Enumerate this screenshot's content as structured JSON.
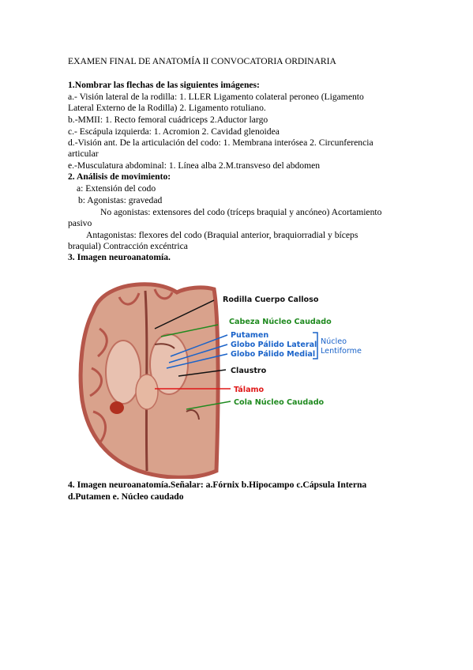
{
  "doc": {
    "title": "EXAMEN FINAL DE ANATOMÍA II CONVOCATORIA ORDINARIA",
    "s1": {
      "heading": "1.Nombrar las flechas de las siguientes imágenes:",
      "a1": "a.- Visión lateral de la rodilla: 1. LLER Ligamento colateral peroneo (Ligamento",
      "a2": "Lateral Externo de la Rodilla) 2. Ligamento rotuliano.",
      "b": "b.-MMII: 1. Recto femoral cuádriceps 2.Aductor largo",
      "c": "c.- Escápula izquierda: 1. Acromion 2. Cavidad glenoidea",
      "d1": "d.-Visión ant. De la articulación del codo: 1. Membrana interósea 2. Circunferencia",
      "d2": "articular",
      "e": "e.-Musculatura abdominal: 1. Línea alba 2.M.transveso del abdomen"
    },
    "s2": {
      "heading": "2. Análisis de movimiento:",
      "a": "a: Extensión del codo",
      "b": "b: Agonistas: gravedad",
      "no1": "No agonistas: extensores del codo (tríceps braquial y ancóneo) Acortamiento",
      "no2": "pasivo",
      "ant1": "Antagonistas: flexores del codo (Braquial anterior, braquiorradial y bíceps",
      "ant2": "braquial) Contracción excéntrica"
    },
    "s3": {
      "heading": "3. Imagen neuroanatomía."
    },
    "s4": {
      "line1": "4. Imagen neuroanatomía.Señalar: a.Fórnix b.Hipocampo c.Cápsula Interna",
      "line2": "d.Putamen e. Núcleo caudado"
    }
  },
  "figure": {
    "labels": {
      "rodilla": "Rodilla Cuerpo Calloso",
      "cabeza": "Cabeza Núcleo Caudado",
      "putamen": "Putamen",
      "globo_lat": "Globo Pálido Lateral",
      "globo_med": "Globo Pálido Medial",
      "nucleo1": "Núcleo",
      "nucleo2": "Lentiforme",
      "claustro": "Claustro",
      "talamo": "Tálamo",
      "cola": "Cola Núcleo Caudado"
    },
    "colors": {
      "black": "#111111",
      "green": "#1f8a1f",
      "blue": "#1a63c9",
      "red": "#e01818",
      "tissue": "#d9a28c",
      "cortex": "#b5564a"
    }
  }
}
